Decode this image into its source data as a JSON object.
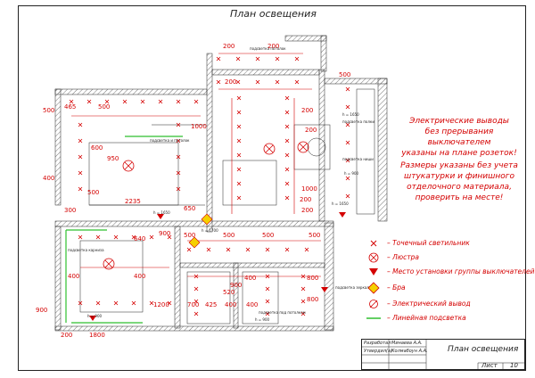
{
  "title": "План освещения",
  "notes": [
    "Электрические выводы",
    "без прерывания выключателем",
    "указаны на плане розеток!",
    "Размеры указаны без учета",
    "штукатурки и финишного",
    "отделочного материала,",
    "проверить на месте!"
  ],
  "legend": [
    {
      "icon": "spotlight-icon",
      "label": "– Точечный светильник"
    },
    {
      "icon": "chandelier-icon",
      "label": "– Люстра"
    },
    {
      "icon": "switch-group-icon",
      "label": "– Место установки группы выключателей"
    },
    {
      "icon": "sconce-icon",
      "label": "– Бра"
    },
    {
      "icon": "electrical-outlet-icon",
      "label": "– Электрический вывод"
    },
    {
      "icon": "linear-light-icon",
      "label": "– Линейная подсветка"
    }
  ],
  "dimensions": {
    "top": [
      "200",
      "200",
      "200",
      "500"
    ],
    "left_room": [
      "465",
      "500",
      "500",
      "400"
    ],
    "middle": [
      "600",
      "950",
      "1000",
      "2235",
      "500",
      "650",
      "300"
    ],
    "right_room": [
      "200",
      "200",
      "1000",
      "200",
      "200"
    ],
    "bottom_left": [
      "900",
      "640",
      "400",
      "400",
      "1200",
      "900",
      "200",
      "1800"
    ],
    "bottom_mid": [
      "500",
      "500",
      "500",
      "500",
      "400",
      "800",
      "700",
      "425",
      "400",
      "520",
      "900",
      "400",
      "800"
    ]
  },
  "tags": [
    "h = 1650",
    "h = 1650",
    "h = 1650",
    "h = 900",
    "h = 900",
    "h = 1700",
    "h = 900"
  ],
  "room_labels": [
    "подсветка и потолок",
    "подсветка потолок",
    "подсветка карниза",
    "подсветка ниши",
    "подсветка полки",
    "подсветка зеркала",
    "подсветка под потолком"
  ],
  "stamp": {
    "developed": "Разработал",
    "developed_name": "Минаева А.А.",
    "approved": "Утвердил(а)",
    "approved_name": "Колмабоун А.А.",
    "sheet_title": "План освещения",
    "sheet_label": "Лист",
    "sheet_no": "10"
  },
  "colors": {
    "ink": "#222222",
    "accent": "#d40000",
    "linear": "#2fbf2f",
    "hatch": "#777777",
    "sconce_fill": "#f5d000"
  }
}
